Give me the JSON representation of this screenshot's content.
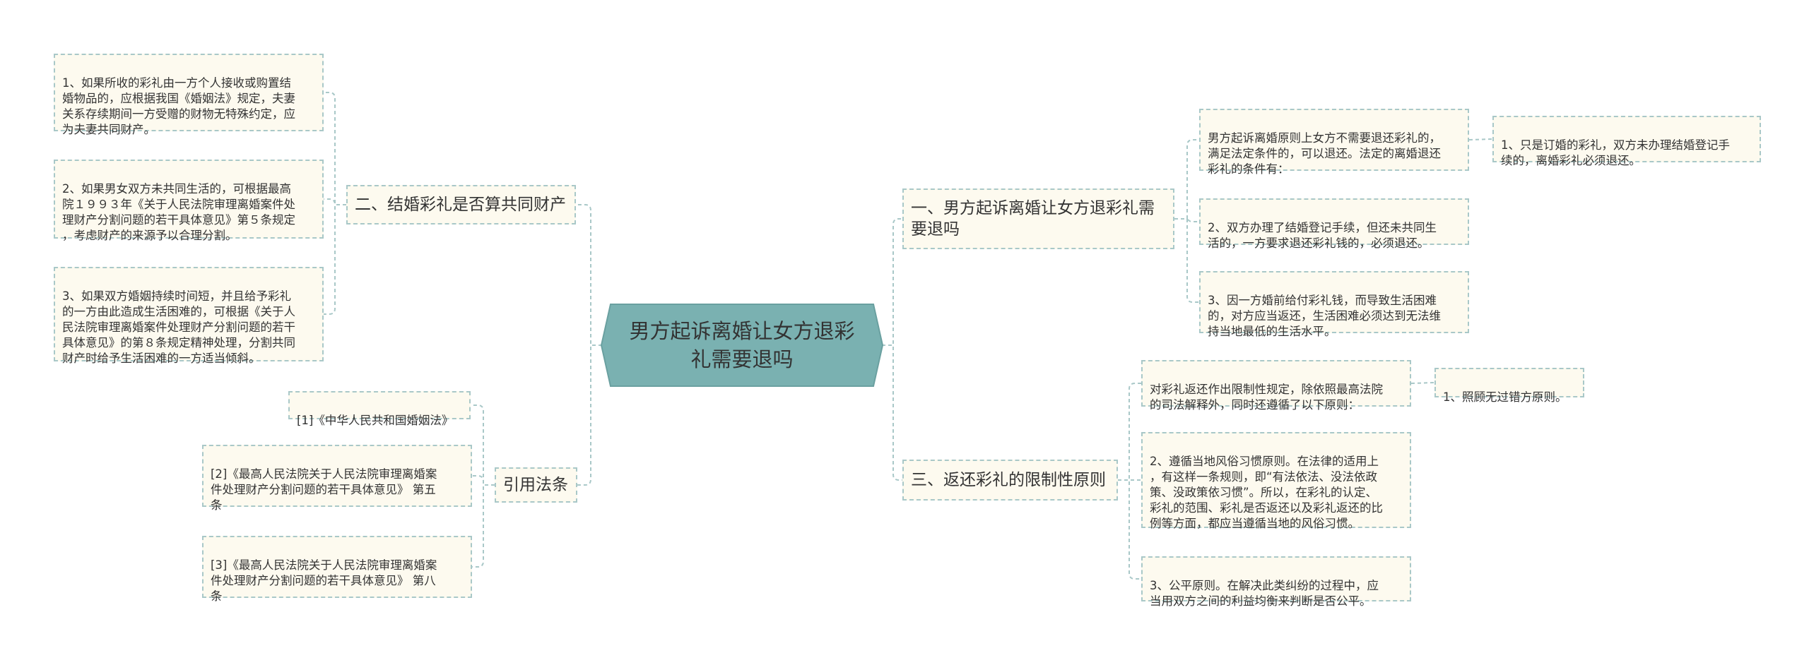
{
  "colors": {
    "root_fill": "#7ab1b1",
    "root_stroke": "#6aa0a0",
    "line": "#a9c8c8",
    "node_fill": "#fdfaef",
    "node_border": "#a9c8c8",
    "text": "#333333"
  },
  "root": {
    "label": "男方起诉离婚让女方退彩\n礼需要退吗"
  },
  "branches": {
    "b1": {
      "label": "一、男方起诉离婚让女方退彩礼需\n要退吗"
    },
    "b2": {
      "label": "二、结婚彩礼是否算共同财产"
    },
    "b3": {
      "label": "三、返还彩礼的限制性原则"
    },
    "b4": {
      "label": "引用法条"
    }
  },
  "leaves": {
    "b1_main": "男方起诉离婚原则上女方不需要退还彩礼的，\n满足法定条件的，可以退还。法定的离婚退还\n彩礼的条件有：",
    "b1_main_sub": "1、只是订婚的彩礼，双方未办理结婚登记手\n续的，离婚彩礼必须退还。",
    "b1_2": "2、双方办理了结婚登记手续，但还未共同生\n活的，一方要求退还彩礼钱的，必须退还。",
    "b1_3": "3、因一方婚前给付彩礼钱，而导致生活困难\n的，对方应当返还，生活困难必须达到无法维\n持当地最低的生活水平。",
    "b2_1": "1、如果所收的彩礼由一方个人接收或购置结\n婚物品的，应根据我国《婚姻法》规定，夫妻\n关系存续期间一方受赠的财物无特殊约定，应\n为夫妻共同财产。",
    "b2_2": "2、如果男女双方未共同生活的，可根据最高\n院１９９３年《关于人民法院审理离婚案件处\n理财产分割问题的若干具体意见》第５条规定\n，考虑财产的来源予以合理分割。",
    "b2_3": "3、如果双方婚姻持续时间短，并且给予彩礼\n的一方由此造成生活困难的，可根据《关于人\n民法院审理离婚案件处理财产分割问题的若干\n具体意见》的第８条规定精神处理，分割共同\n财产时给予生活困难的一方适当倾斜。",
    "b3_main": "对彩礼返还作出限制性规定，除依照最高法院\n的司法解释外，同时还遵循了以下原则：",
    "b3_main_sub": "1、照顾无过错方原则。",
    "b3_2": "2、遵循当地风俗习惯原则。在法律的适用上\n，有这样一条规则，即“有法依法、没法依政\n策、没政策依习惯”。所以，在彩礼的认定、\n彩礼的范围、彩礼是否返还以及彩礼返还的比\n例等方面，都应当遵循当地的风俗习惯。",
    "b3_3": "3、公平原则。在解决此类纠纷的过程中，应\n当用双方之间的利益均衡来判断是否公平。",
    "b4_1": "[1]《中华人民共和国婚姻法》",
    "b4_2": "[2]《最高人民法院关于人民法院审理离婚案\n件处理财产分割问题的若干具体意见》 第五\n条",
    "b4_3": "[3]《最高人民法院关于人民法院审理离婚案\n件处理财产分割问题的若干具体意见》 第八\n条"
  }
}
